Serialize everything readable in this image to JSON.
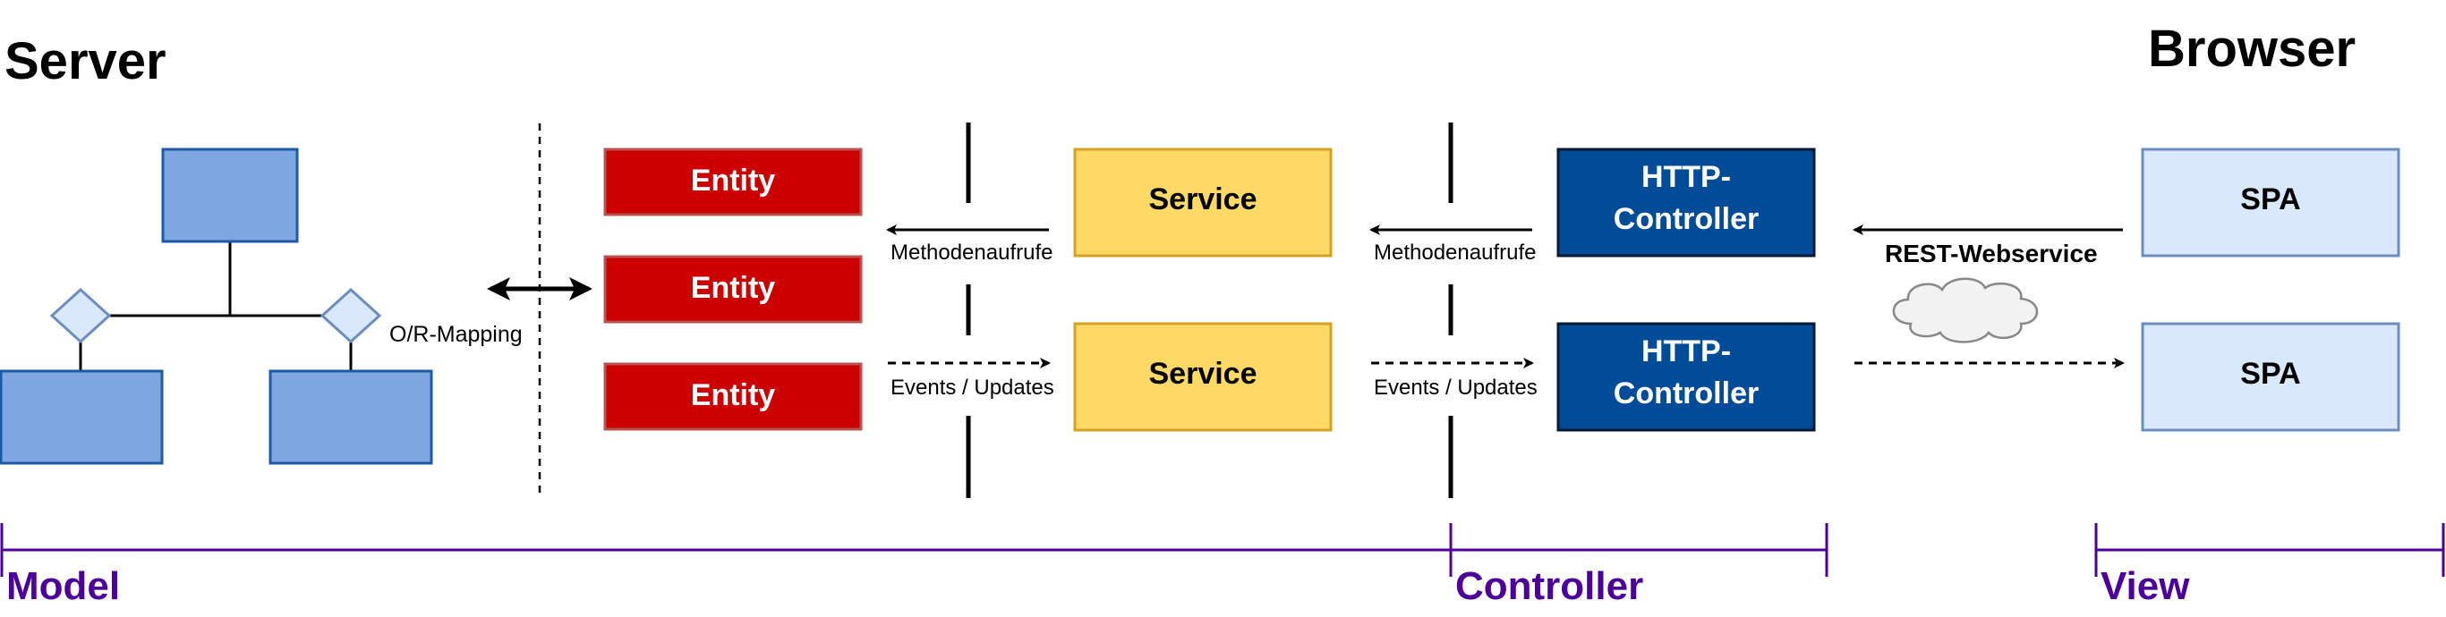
{
  "titles": {
    "server": "Server",
    "browser": "Browser"
  },
  "model_boxes": {
    "orm_label": "O/R-Mapping"
  },
  "entities": [
    "Entity",
    "Entity",
    "Entity"
  ],
  "services": [
    "Service",
    "Service"
  ],
  "controllers": [
    {
      "line1": "HTTP-",
      "line2": "Controller"
    },
    {
      "line1": "HTTP-",
      "line2": "Controller"
    }
  ],
  "spa": [
    "SPA",
    "SPA"
  ],
  "labels": {
    "method_calls_1": "Methodenaufrufe",
    "events_updates_1": "Events / Updates",
    "method_calls_2": "Methodenaufrufe",
    "events_updates_2": "Events / Updates",
    "rest": "REST-Webservice"
  },
  "layers": {
    "model": "Model",
    "controller": "Controller",
    "view": "View"
  },
  "colors": {
    "model_fill": "#7ea6e0",
    "model_stroke": "#1f5aa8",
    "entity_fill": "#cc0000",
    "entity_stroke": "#b85450",
    "service_fill": "#ffd966",
    "service_stroke": "#d6a020",
    "controller_fill": "#004c99",
    "controller_stroke": "#001a33",
    "spa_fill": "#dae8fc",
    "spa_stroke": "#6c8ebf",
    "layer_color": "#4c0099"
  }
}
